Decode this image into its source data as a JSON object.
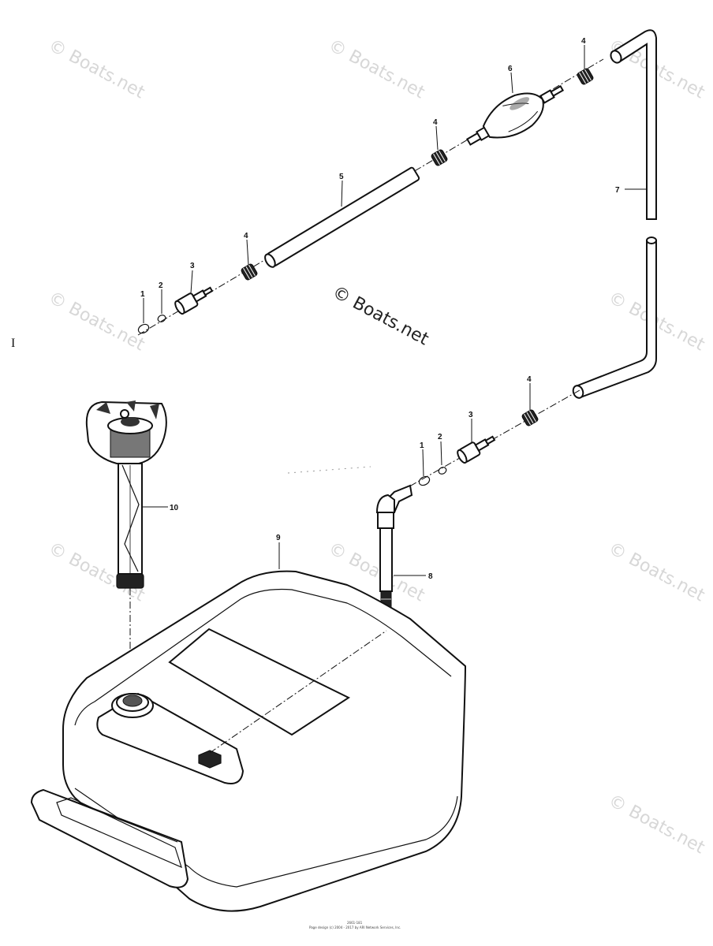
{
  "diagram": {
    "callouts": {
      "c1a": "1",
      "c2a": "2",
      "c3a": "3",
      "c4a": "4",
      "c5": "5",
      "c4b": "4",
      "c6": "6",
      "c4c": "4",
      "c7": "7",
      "c4d": "4",
      "c3b": "3",
      "c2b": "2",
      "c1b": "1",
      "c8": "8",
      "c9": "9",
      "c10": "10"
    },
    "watermark_text": "© Boats.net",
    "center_watermark": "© Boats.net",
    "footer_line1": "2661-181",
    "footer_line2": "Page design (c) 2004 - 2017 by ARI Network Services, Inc.",
    "stray_mark": "I"
  }
}
